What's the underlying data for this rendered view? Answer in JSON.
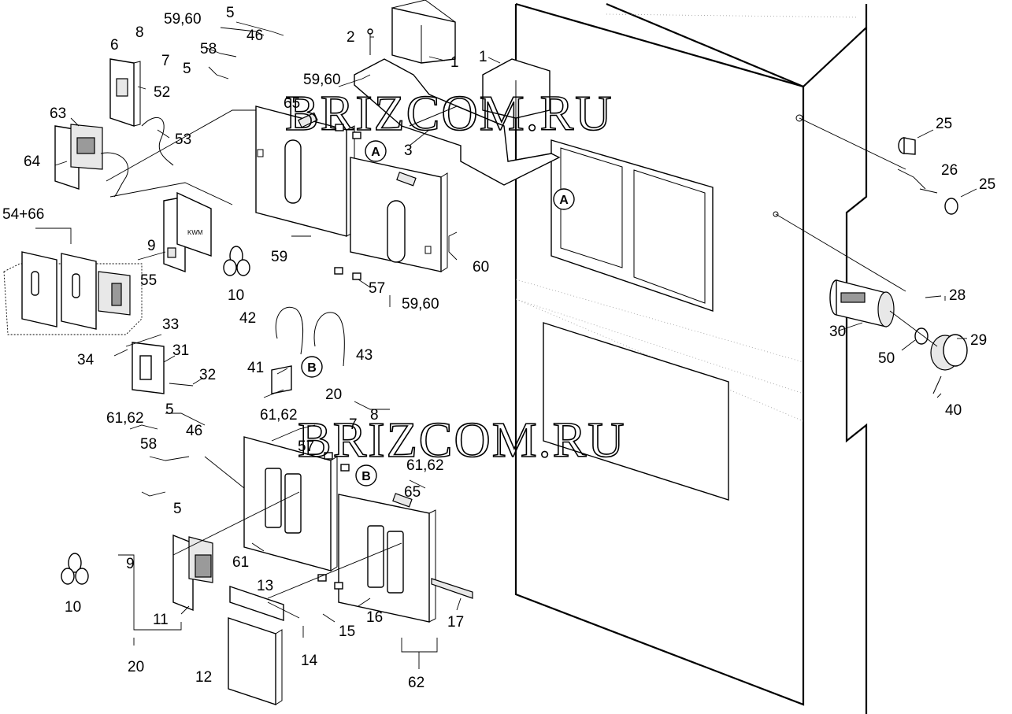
{
  "watermark": {
    "text": "BRIZCOM.RU",
    "color": "#000000"
  },
  "callouts": {
    "circle_a": "A",
    "circle_b": "B"
  },
  "labels": [
    {
      "id": "l-1a",
      "text": "1"
    },
    {
      "id": "l-1b",
      "text": "1"
    },
    {
      "id": "l-2",
      "text": "2"
    },
    {
      "id": "l-3",
      "text": "3"
    },
    {
      "id": "l-5a",
      "text": "5"
    },
    {
      "id": "l-5b",
      "text": "5"
    },
    {
      "id": "l-5c",
      "text": "5"
    },
    {
      "id": "l-5d",
      "text": "5"
    },
    {
      "id": "l-6",
      "text": "6"
    },
    {
      "id": "l-7a",
      "text": "7"
    },
    {
      "id": "l-7b",
      "text": "7"
    },
    {
      "id": "l-8a",
      "text": "8"
    },
    {
      "id": "l-8b",
      "text": "8"
    },
    {
      "id": "l-9a",
      "text": "9"
    },
    {
      "id": "l-9b",
      "text": "9"
    },
    {
      "id": "l-10a",
      "text": "10"
    },
    {
      "id": "l-10b",
      "text": "10"
    },
    {
      "id": "l-11",
      "text": "11"
    },
    {
      "id": "l-12",
      "text": "12"
    },
    {
      "id": "l-13",
      "text": "13"
    },
    {
      "id": "l-14",
      "text": "14"
    },
    {
      "id": "l-15",
      "text": "15"
    },
    {
      "id": "l-16",
      "text": "16"
    },
    {
      "id": "l-17",
      "text": "17"
    },
    {
      "id": "l-20a",
      "text": "20"
    },
    {
      "id": "l-20b",
      "text": "20"
    },
    {
      "id": "l-25a",
      "text": "25"
    },
    {
      "id": "l-25b",
      "text": "25"
    },
    {
      "id": "l-26",
      "text": "26"
    },
    {
      "id": "l-28",
      "text": "28"
    },
    {
      "id": "l-29",
      "text": "29"
    },
    {
      "id": "l-30",
      "text": "30"
    },
    {
      "id": "l-31",
      "text": "31"
    },
    {
      "id": "l-32",
      "text": "32"
    },
    {
      "id": "l-33",
      "text": "33"
    },
    {
      "id": "l-34",
      "text": "34"
    },
    {
      "id": "l-40",
      "text": "40"
    },
    {
      "id": "l-41",
      "text": "41"
    },
    {
      "id": "l-42",
      "text": "42"
    },
    {
      "id": "l-43",
      "text": "43"
    },
    {
      "id": "l-46a",
      "text": "46"
    },
    {
      "id": "l-46b",
      "text": "46"
    },
    {
      "id": "l-50",
      "text": "50"
    },
    {
      "id": "l-52",
      "text": "52"
    },
    {
      "id": "l-53",
      "text": "53"
    },
    {
      "id": "l-54-66",
      "text": "54+66"
    },
    {
      "id": "l-55",
      "text": "55"
    },
    {
      "id": "l-57a",
      "text": "57"
    },
    {
      "id": "l-57b",
      "text": "57"
    },
    {
      "id": "l-58a",
      "text": "58"
    },
    {
      "id": "l-58b",
      "text": "58"
    },
    {
      "id": "l-59",
      "text": "59"
    },
    {
      "id": "l-5960a",
      "text": "59,60"
    },
    {
      "id": "l-5960b",
      "text": "59,60"
    },
    {
      "id": "l-5960c",
      "text": "59,60"
    },
    {
      "id": "l-60",
      "text": "60"
    },
    {
      "id": "l-61",
      "text": "61"
    },
    {
      "id": "l-6162a",
      "text": "61,62"
    },
    {
      "id": "l-6162b",
      "text": "61,62"
    },
    {
      "id": "l-6162c",
      "text": "61,62"
    },
    {
      "id": "l-62",
      "text": "62"
    },
    {
      "id": "l-63",
      "text": "63"
    },
    {
      "id": "l-64",
      "text": "64"
    },
    {
      "id": "l-65a",
      "text": "65"
    },
    {
      "id": "l-65b",
      "text": "65"
    }
  ],
  "mech_marking": "KWM"
}
